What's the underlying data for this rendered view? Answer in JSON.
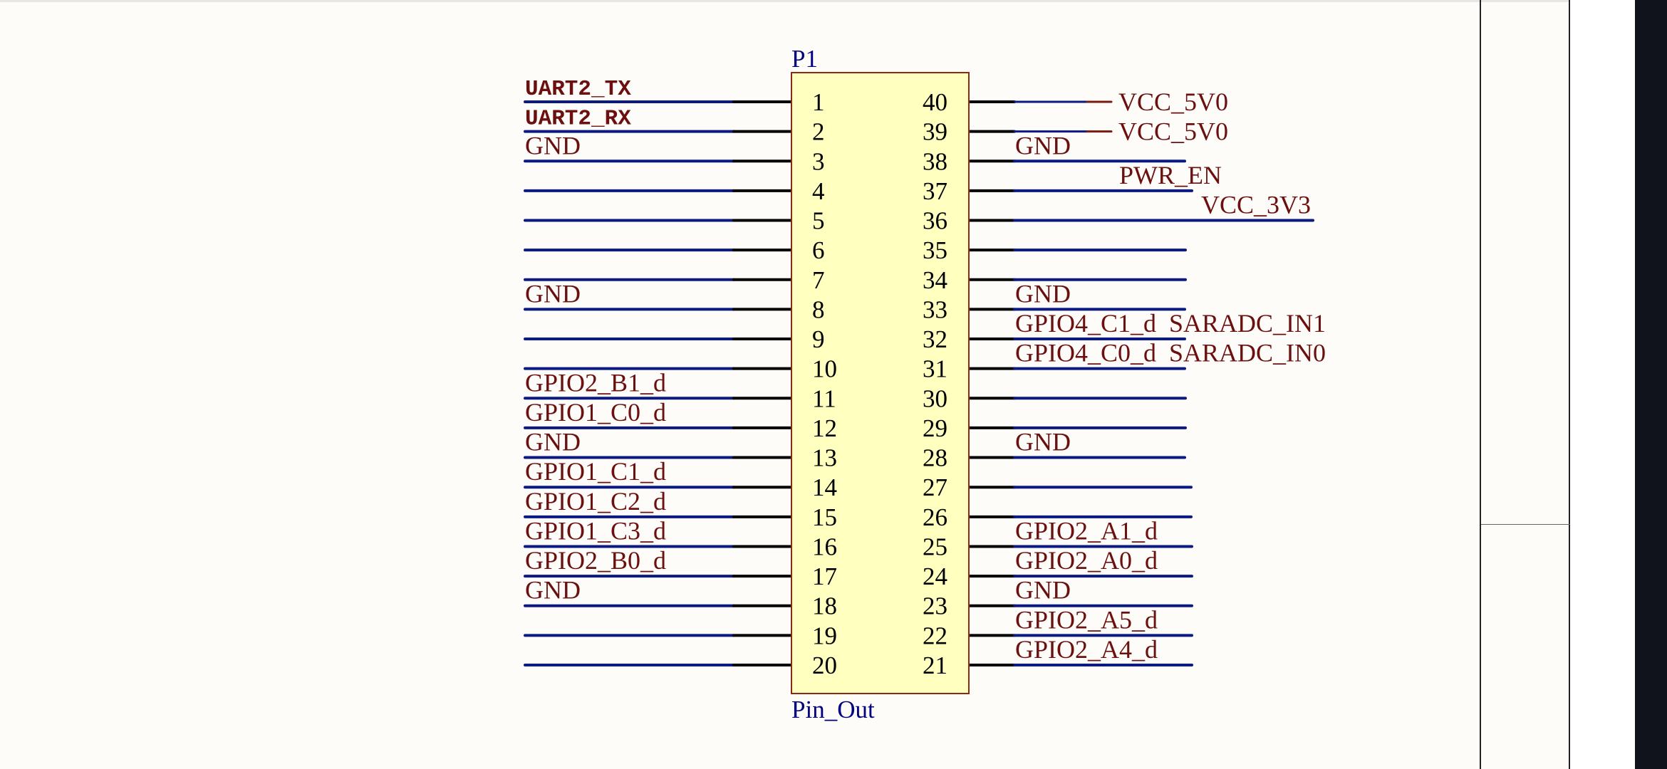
{
  "component": {
    "designator": "P1",
    "comment": "Pin_Out",
    "body_color": "#ffffc0",
    "border_color": "#8b2a10"
  },
  "colors": {
    "wire": "#0a1a80",
    "pin": "#000000",
    "net_label": "#6b0f0f",
    "no_connect": "#d04040",
    "power_port": "#7a1a10"
  },
  "left_pins": [
    {
      "num": "1",
      "net": "UART2_TX",
      "bold": true
    },
    {
      "num": "2",
      "net": "UART2_RX",
      "bold": true
    },
    {
      "num": "3",
      "net": "GND"
    },
    {
      "num": "4",
      "nc": true
    },
    {
      "num": "5",
      "nc": true
    },
    {
      "num": "6",
      "nc": true
    },
    {
      "num": "7",
      "nc": true
    },
    {
      "num": "8",
      "net": "GND"
    },
    {
      "num": "9",
      "nc": true
    },
    {
      "num": "10",
      "nc": true
    },
    {
      "num": "11",
      "net": "GPIO2_B1_d"
    },
    {
      "num": "12",
      "net": "GPIO1_C0_d"
    },
    {
      "num": "13",
      "net": "GND"
    },
    {
      "num": "14",
      "net": "GPIO1_C1_d"
    },
    {
      "num": "15",
      "net": "GPIO1_C2_d"
    },
    {
      "num": "16",
      "net": "GPIO1_C3_d"
    },
    {
      "num": "17",
      "net": "GPIO2_B0_d"
    },
    {
      "num": "18",
      "net": "GND"
    },
    {
      "num": "19",
      "nc": true
    },
    {
      "num": "20",
      "nc": true
    }
  ],
  "right_pins": [
    {
      "num": "40",
      "power": "VCC_5V0"
    },
    {
      "num": "39",
      "power": "VCC_5V0"
    },
    {
      "num": "38",
      "net": "GND"
    },
    {
      "num": "37",
      "net": "PWR_EN",
      "far": true
    },
    {
      "num": "36",
      "net": "VCC_3V3",
      "long": true
    },
    {
      "num": "35",
      "nc": true
    },
    {
      "num": "34",
      "nc": true
    },
    {
      "num": "33",
      "net": "GND"
    },
    {
      "num": "32",
      "net": "GPIO4_C1_d",
      "alias": "SARADC_IN1"
    },
    {
      "num": "31",
      "net": "GPIO4_C0_d",
      "alias": "SARADC_IN0"
    },
    {
      "num": "30",
      "nc": true
    },
    {
      "num": "29",
      "nc": true
    },
    {
      "num": "28",
      "net": "GND"
    },
    {
      "num": "27",
      "nc": true,
      "far": true
    },
    {
      "num": "26",
      "nc": true,
      "far": true
    },
    {
      "num": "25",
      "net": "GPIO2_A1_d",
      "far": true
    },
    {
      "num": "24",
      "net": "GPIO2_A0_d",
      "far": true
    },
    {
      "num": "23",
      "net": "GND",
      "far": true
    },
    {
      "num": "22",
      "net": "GPIO2_A5_d",
      "far": true
    },
    {
      "num": "21",
      "net": "GPIO2_A4_d",
      "far": true
    }
  ]
}
